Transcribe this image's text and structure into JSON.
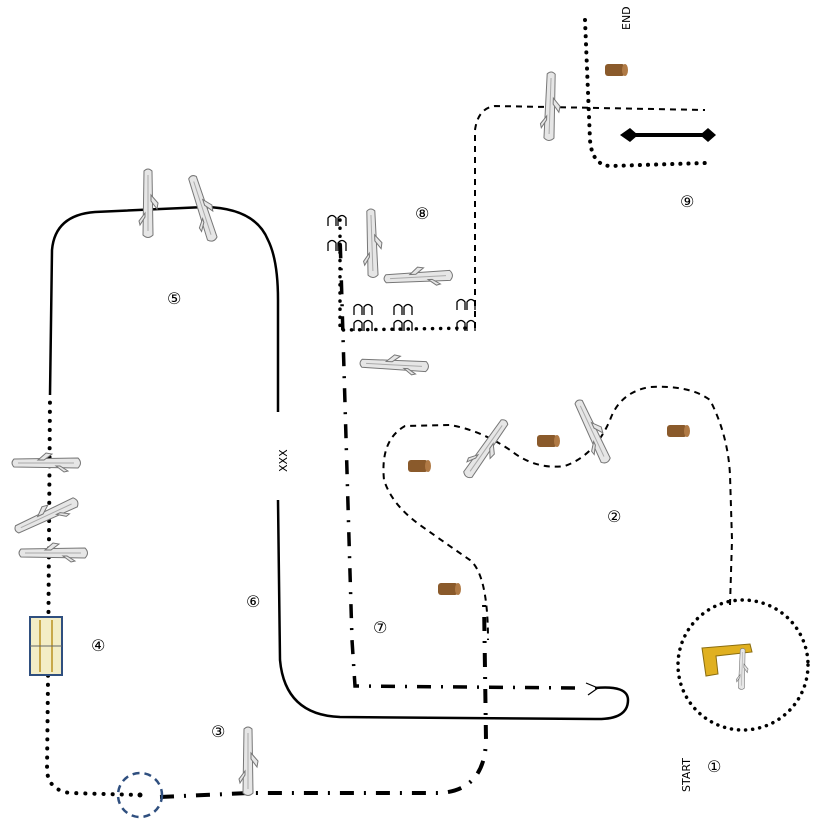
{
  "labels": {
    "start": "START",
    "end": "END",
    "xxx": "XXX"
  },
  "stations": [
    "①",
    "②",
    "③",
    "④",
    "⑤",
    "⑥",
    "⑦",
    "⑧",
    "⑨"
  ],
  "colors": {
    "line": "#000000",
    "log_fill": "#e6e6e6",
    "log_stroke": "#777777",
    "stump": "#8a5a2b",
    "gate": "#e0b020",
    "bridge_frame": "#2f4f7f",
    "bridge_fill": "#f3edc6",
    "circle_dashed": "#2f4f7f"
  }
}
